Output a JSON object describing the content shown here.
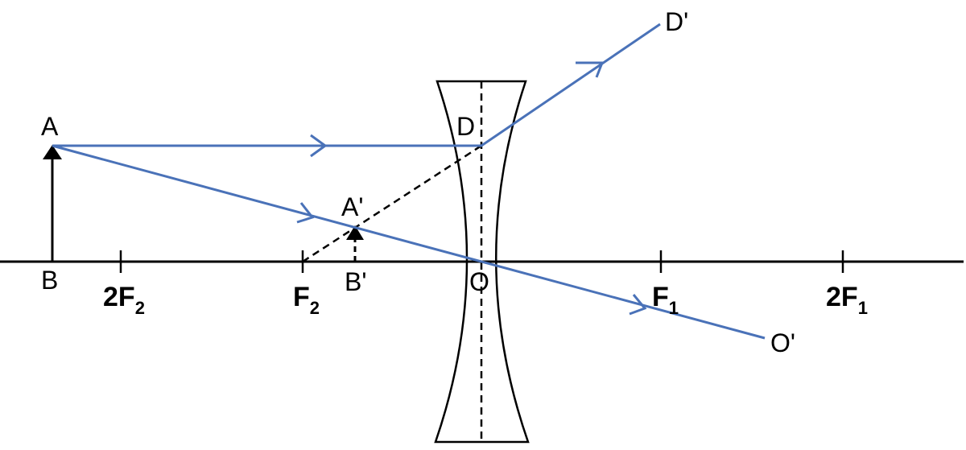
{
  "labels": {
    "A": "A",
    "B": "B",
    "A_prime": "A'",
    "B_prime": "B'",
    "D": "D",
    "D_prime": "D'",
    "O": "O",
    "O_prime": "O'",
    "two_f2_main": "2F",
    "two_f2_sub": "2",
    "f2_main": "F",
    "f2_sub": "2",
    "f1_main": "F",
    "f1_sub": "1",
    "two_f1_main": "2F",
    "two_f1_sub": "1"
  },
  "colors": {
    "ray": "#4a72b8",
    "ink": "#000000",
    "background": "#ffffff"
  }
}
